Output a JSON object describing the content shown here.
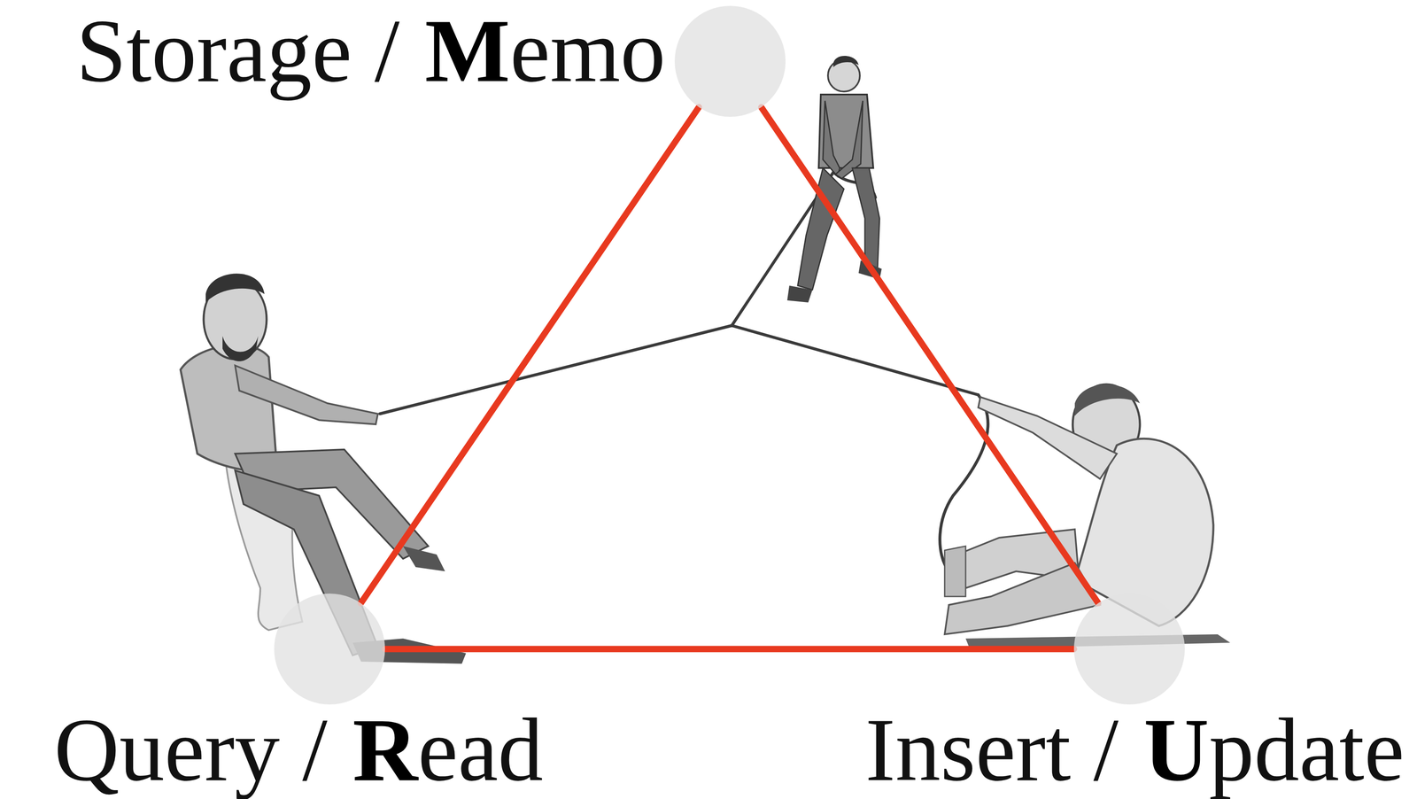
{
  "diagram": {
    "nodes": [
      {
        "text": [
          "Storage /",
          "Memo"
        ]
      },
      {
        "text": [
          "Query /",
          "Read"
        ]
      },
      {
        "text": [
          "Insert /",
          "Update"
        ]
      }
    ],
    "edges": [
      {
        "from": 0,
        "to": 1,
        "arrow": "none"
      },
      {
        "from": 1,
        "to": 2,
        "arrow": "none"
      },
      {
        "from": 2,
        "to": 0,
        "arrow": "none"
      }
    ]
  }
}
